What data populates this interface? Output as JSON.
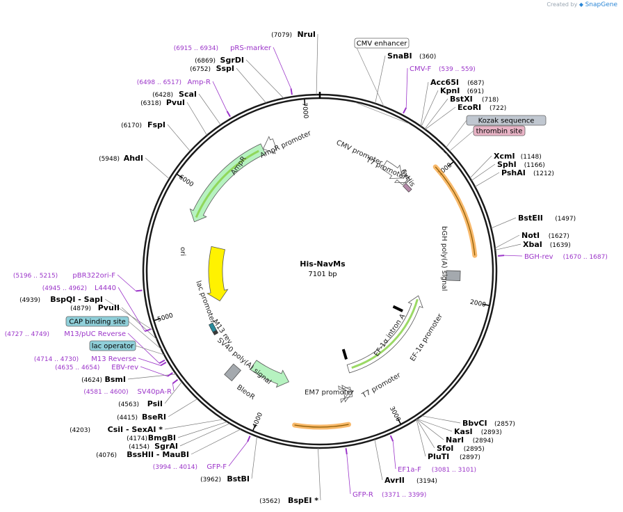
{
  "plasmid": {
    "name": "His-NavMs",
    "size_label": "7101 bp",
    "length": 7101
  },
  "watermark": {
    "prefix": "Created by",
    "brand": "SnapGene"
  },
  "ruler": [
    {
      "label": "1000",
      "pos": 1000
    },
    {
      "label": "2000",
      "pos": 2000
    },
    {
      "label": "3000",
      "pos": 3000
    },
    {
      "label": "4000",
      "pos": 4000
    },
    {
      "label": "5000",
      "pos": 5000
    },
    {
      "label": "6000",
      "pos": 6000
    },
    {
      "label": "7000",
      "pos": 7000
    }
  ],
  "features": [
    {
      "name": "CMV enhancer",
      "start": 235,
      "end": 614,
      "type": "boxed",
      "color": "#ffffff"
    },
    {
      "name": "CMV promoter",
      "start": 615,
      "end": 818,
      "type": "arrow",
      "color": "#ffffff"
    },
    {
      "name": "T7 promoter",
      "start": 863,
      "end": 881,
      "type": "arrow",
      "color": "#ffffff"
    },
    {
      "name": "Kozak sequence",
      "start": 895,
      "end": 904,
      "type": "boxed",
      "color": "#c0c7d0"
    },
    {
      "name": "6xHis",
      "start": 905,
      "end": 922,
      "type": "marker",
      "color": "#b48aa8"
    },
    {
      "name": "thrombin site",
      "start": 923,
      "end": 940,
      "type": "boxed",
      "color": "#e9b4c6"
    },
    {
      "name": "",
      "start": 945,
      "end": 1660,
      "type": "cds",
      "color": "#f5a23a"
    },
    {
      "name": "bGH poly(A) signal",
      "start": 1700,
      "end": 1924,
      "type": "box",
      "color": "#a4a9ae"
    },
    {
      "name": "EF-1α promoter",
      "start": 2050,
      "end": 3230,
      "type": "arrow-rev",
      "color": "#ffffff"
    },
    {
      "name": "EF-1α intron A",
      "start": 2280,
      "end": 3220,
      "type": "intron",
      "color": "#000000"
    },
    {
      "name": "T7 promoter",
      "start": 3245,
      "end": 3263,
      "type": "arrow-rev",
      "color": "#ffffff"
    },
    {
      "name": "EM7 promoter",
      "start": 3280,
      "end": 3330,
      "type": "arrow-rev",
      "color": "#ffffff"
    },
    {
      "name": "",
      "start": 3340,
      "end": 3735,
      "type": "cds",
      "color": "#f5a23a"
    },
    {
      "name": "BleoR",
      "start": 3860,
      "end": 4250,
      "type": "arrow-rev",
      "color": "#b6f2c0"
    },
    {
      "name": "SV40 poly(A) signal",
      "start": 4290,
      "end": 4420,
      "type": "box",
      "color": "#a4a9ae"
    },
    {
      "name": "M13 rev",
      "start": 4740,
      "end": 4760,
      "type": "marker",
      "color": "#3a3a3a"
    },
    {
      "name": "lac promoter",
      "start": 4765,
      "end": 4795,
      "type": "marker",
      "color": "#2a8a9c"
    },
    {
      "name": "ori",
      "start": 5000,
      "end": 5580,
      "type": "arrow-rev",
      "color": "#fff200"
    },
    {
      "name": "AmpR",
      "start": 5750,
      "end": 6610,
      "type": "arrow-rev",
      "color": "#b6f2c0"
    },
    {
      "name": "AmpR promoter",
      "start": 6611,
      "end": 6715,
      "type": "arrow-rev",
      "color": "#ffffff"
    }
  ],
  "labels_right": [
    {
      "name": "SnaBI",
      "pos_text": "(360)",
      "pos": 360
    },
    {
      "name": "Acc65I",
      "pos_text": "(687)",
      "pos": 687
    },
    {
      "name": "KpnI",
      "pos_text": "(691)",
      "pos": 691
    },
    {
      "name": "BstXI",
      "pos_text": "(718)",
      "pos": 718
    },
    {
      "name": "EcoRI",
      "pos_text": "(722)",
      "pos": 722
    },
    {
      "name": "XcmI",
      "pos_text": "(1148)",
      "pos": 1148
    },
    {
      "name": "SphI",
      "pos_text": "(1166)",
      "pos": 1166
    },
    {
      "name": "PshAI",
      "pos_text": "(1212)",
      "pos": 1212
    },
    {
      "name": "BstEII",
      "pos_text": "(1497)",
      "pos": 1497
    },
    {
      "name": "NotI",
      "pos_text": "(1627)",
      "pos": 1627
    },
    {
      "name": "XbaI",
      "pos_text": "(1639)",
      "pos": 1639
    },
    {
      "name": "BbvCI",
      "pos_text": "(2857)",
      "pos": 2857
    },
    {
      "name": "KasI",
      "pos_text": "(2893)",
      "pos": 2893
    },
    {
      "name": "NarI",
      "pos_text": "(2894)",
      "pos": 2894
    },
    {
      "name": "SfoI",
      "pos_text": "(2895)",
      "pos": 2895
    },
    {
      "name": "PluTI",
      "pos_text": "(2897)",
      "pos": 2897
    },
    {
      "name": "AvrII",
      "pos_text": "(3194)",
      "pos": 3194
    }
  ],
  "labels_left": [
    {
      "name": "NruI",
      "pos_text": "(7079)",
      "pos": 7079
    },
    {
      "name": "SgrDI",
      "pos_text": "(6869)",
      "pos": 6869
    },
    {
      "name": "SspI",
      "pos_text": "(6752)",
      "pos": 6752
    },
    {
      "name": "ScaI",
      "pos_text": "(6428)",
      "pos": 6428
    },
    {
      "name": "PvuI",
      "pos_text": "(6318)",
      "pos": 6318
    },
    {
      "name": "FspI",
      "pos_text": "(6170)",
      "pos": 6170
    },
    {
      "name": "AhdI",
      "pos_text": "(5948)",
      "pos": 5948
    },
    {
      "name": "BspQI - SapI",
      "pos_text": "(4939)",
      "pos": 4939
    },
    {
      "name": "PvuII",
      "pos_text": "(4879)",
      "pos": 4879
    },
    {
      "name": "BsmI",
      "pos_text": "(4624)",
      "pos": 4624
    },
    {
      "name": "PsiI",
      "pos_text": "(4563)",
      "pos": 4563
    },
    {
      "name": "BseRI",
      "pos_text": "(4415)",
      "pos": 4415
    },
    {
      "name": "CsiI - SexAI *",
      "pos_text": "(4203)",
      "pos": 4203
    },
    {
      "name": "BmgBI",
      "pos_text": "(4174)",
      "pos": 4174
    },
    {
      "name": "SgrAI",
      "pos_text": "(4154)",
      "pos": 4154
    },
    {
      "name": "BssHII - MauBI",
      "pos_text": "(4076)",
      "pos": 4076
    },
    {
      "name": "BstBI",
      "pos_text": "(3962)",
      "pos": 3962
    },
    {
      "name": "BspEI *",
      "pos_text": "(3562)",
      "pos": 3562
    }
  ],
  "primers": [
    {
      "name": "CMV-F",
      "range": "(539 .. 559)",
      "pos": 549
    },
    {
      "name": "BGH-rev",
      "range": "(1670 .. 1687)",
      "pos": 1678
    },
    {
      "name": "EF1a-F",
      "range": "(3081 .. 3101)",
      "pos": 3091
    },
    {
      "name": "GFP-R",
      "range": "(3371 .. 3399)",
      "pos": 3385
    },
    {
      "name": "GFP-F",
      "range": "(3994 .. 4014)",
      "pos": 4004
    },
    {
      "name": "SV40pA-R",
      "range": "(4581 .. 4600)",
      "pos": 4590
    },
    {
      "name": "EBV-rev",
      "range": "(4635 .. 4654)",
      "pos": 4644
    },
    {
      "name": "M13 Reverse",
      "range": "(4714 .. 4730)",
      "pos": 4722
    },
    {
      "name": "M13/pUC Reverse",
      "range": "(4727 .. 4749)",
      "pos": 4738
    },
    {
      "name": "L4440",
      "range": "(4945 .. 4962)",
      "pos": 4953
    },
    {
      "name": "pBR322ori-F",
      "range": "(5196 .. 5215)",
      "pos": 5205
    },
    {
      "name": "Amp-R",
      "range": "(6498 .. 6517)",
      "pos": 6507
    },
    {
      "name": "pRS-marker",
      "range": "(6915 .. 6934)",
      "pos": 6924
    }
  ],
  "boxed_labels": [
    {
      "name": "CMV enhancer",
      "fill": "#ffffff",
      "pos": 420
    },
    {
      "name": "Kozak sequence",
      "fill": "#c0c7d0",
      "pos": 899
    },
    {
      "name": "thrombin site",
      "fill": "#e9b4c6",
      "pos": 931
    },
    {
      "name": "CAP binding site",
      "fill": "#8fcfd9",
      "pos": 4810
    },
    {
      "name": "lac operator",
      "fill": "#8fcfd9",
      "pos": 4770
    }
  ],
  "colors": {
    "backbone": "#1a1a1a",
    "enzyme_line": "#777777",
    "primer": "#9b34c9",
    "cds_highlight": "#f5a23a",
    "green_highlight": "#8ad24a"
  }
}
